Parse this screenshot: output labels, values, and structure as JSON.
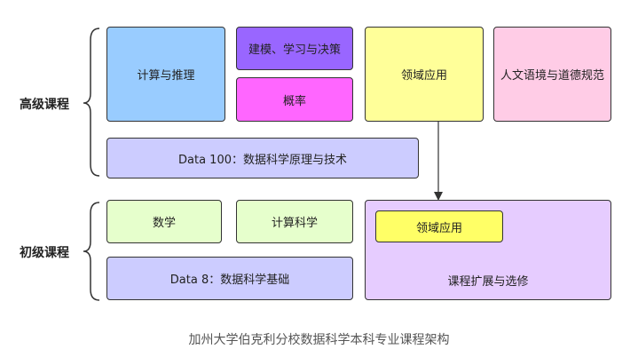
{
  "levels": {
    "advanced": "高级课程",
    "intro": "初级课程"
  },
  "advanced": {
    "computation_inference": "计算与推理",
    "modeling_learning_decision": "建模、学习与决策",
    "probability": "概率",
    "domain_application": "领域应用",
    "humanities_ethics": "人文语境与道德规范",
    "data100": "Data 100：数据科学原理与技术"
  },
  "intro": {
    "math": "数学",
    "computer_science": "计算科学",
    "data8": "Data 8：数据科学基础",
    "domain_application": "领域应用",
    "extension": "课程扩展与选修"
  },
  "caption": "加州大学伯克利分校数据科学本科专业课程架构",
  "colors": {
    "blue": "#99ccff",
    "purple": "#9966ff",
    "magenta": "#ff66ff",
    "yellow": "#ffff99",
    "pink": "#ffcce6",
    "lavender": "#ccccff",
    "light_green": "#e6ffcc",
    "light_purple": "#e6ccff",
    "yellow_inner": "#ffff66"
  }
}
